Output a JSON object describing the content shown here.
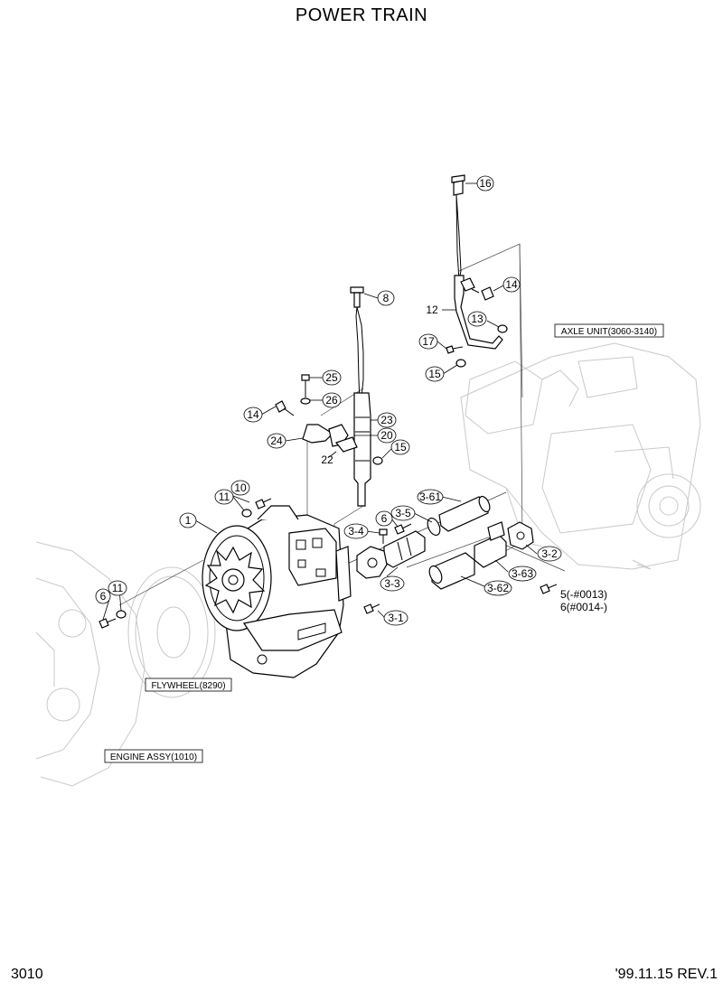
{
  "title": "POWER TRAIN",
  "footer": {
    "page_number": "3010",
    "revision": "'99.11.15 REV.1"
  },
  "reference_boxes": {
    "axle_unit": "AXLE UNIT(3060-3140)",
    "flywheel": "FLYWHEEL(8290)",
    "engine_assy": "ENGINE ASSY(1010)"
  },
  "callouts": {
    "c16": "16",
    "c14a": "14",
    "c12": "12",
    "c13": "13",
    "c17": "17",
    "c15a": "15",
    "c8": "8",
    "c25": "25",
    "c26": "26",
    "c14b": "14",
    "c23": "23",
    "c24": "24",
    "c20": "20",
    "c22": "22",
    "c15b": "15",
    "c10": "10",
    "c11a": "11",
    "c1": "1",
    "c3_61": "3-61",
    "c6a": "6",
    "c3_5": "3-5",
    "c3_4": "3-4",
    "c3_3": "3-3",
    "c3_2": "3-2",
    "c3_63": "3-63",
    "c3_62": "3-62",
    "c6b": "6",
    "c11b": "11",
    "c3_1": "3-1",
    "c5": "5(-#0013)",
    "c6c": "6(#0014-)"
  }
}
